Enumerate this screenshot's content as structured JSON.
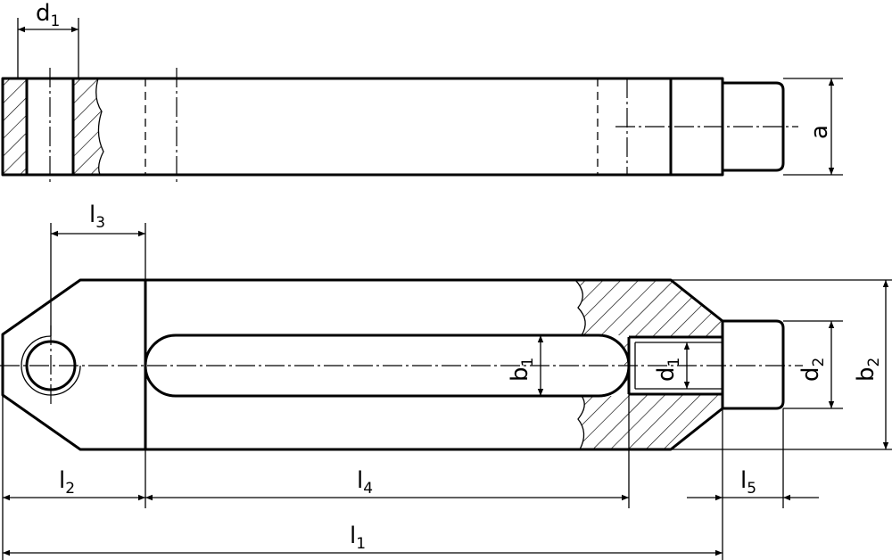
{
  "labels": {
    "d1_top": {
      "main": "d",
      "sub": "1"
    },
    "a": {
      "main": "a",
      "sub": ""
    },
    "l3": {
      "main": "l",
      "sub": "3"
    },
    "b1": {
      "main": "b",
      "sub": "1"
    },
    "d1_bottom": {
      "main": "d",
      "sub": "1"
    },
    "d2": {
      "main": "d",
      "sub": "2"
    },
    "b2": {
      "main": "b",
      "sub": "2"
    },
    "l2": {
      "main": "l",
      "sub": "2"
    },
    "l4": {
      "main": "l",
      "sub": "4"
    },
    "l5": {
      "main": "l",
      "sub": "5"
    },
    "l1": {
      "main": "l",
      "sub": "1"
    }
  }
}
